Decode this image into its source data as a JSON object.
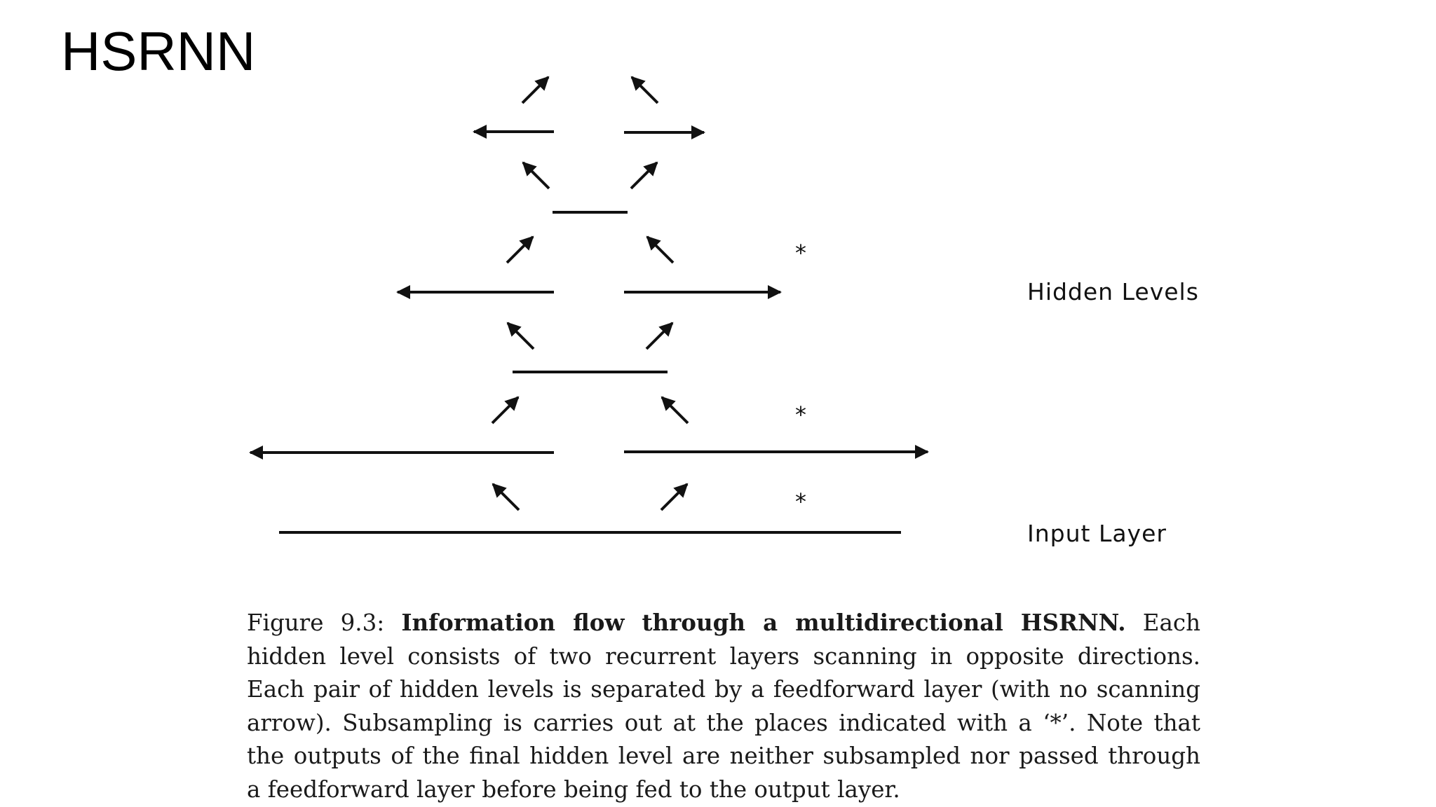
{
  "slide": {
    "title": "HSRNN"
  },
  "diagram": {
    "labels": {
      "hidden_levels": "Hidden Levels",
      "input_layer": "Input Layer"
    },
    "subsample_marker": "*"
  },
  "caption": {
    "prefix": "Figure 9.3: ",
    "bold": "Information flow through a multidirectional HSRNN.",
    "line1_rest": " Each",
    "line2": "hidden level consists of two recurrent layers scanning in opposite directions.",
    "line3": "Each pair of hidden levels is separated by a feedforward layer (with no scanning",
    "line4": "arrow). Subsampling is carries out at the places indicated with a ‘*’. Note that",
    "line5": "the outputs of the final hidden level are neither subsampled nor passed through",
    "line6": "a feedforward layer before being fed to the output layer."
  },
  "colors": {
    "ink": "#111111",
    "background": "#ffffff"
  }
}
